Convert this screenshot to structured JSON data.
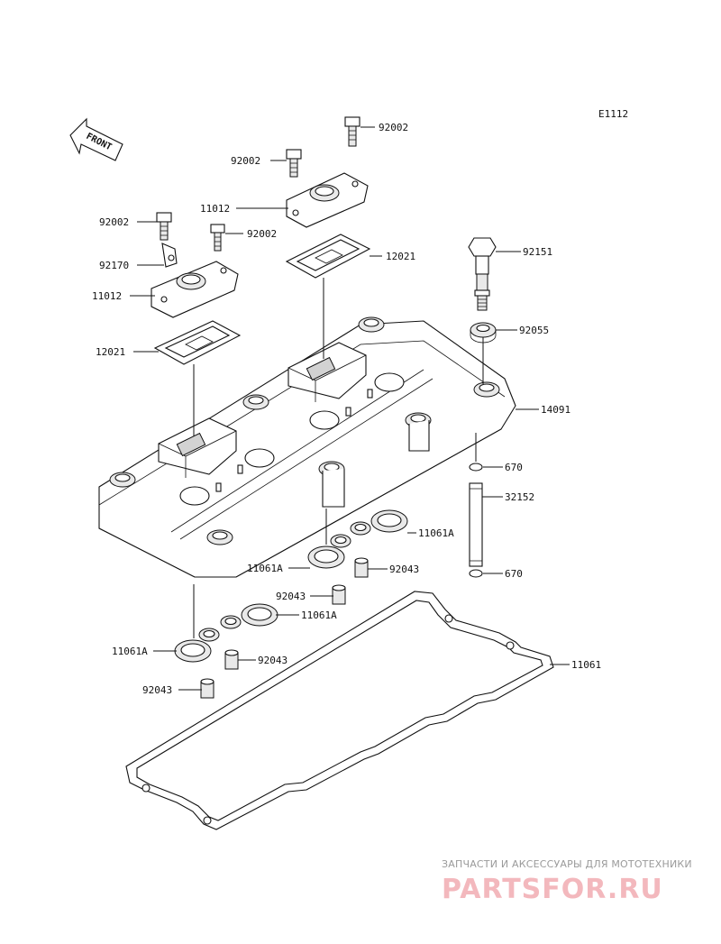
{
  "diagram": {
    "code": "E1112",
    "front_label": "FRONT",
    "callouts": [
      {
        "id": "c-92002-a",
        "text": "92002"
      },
      {
        "id": "c-92002-b",
        "text": "92002"
      },
      {
        "id": "c-11012-a",
        "text": "11012"
      },
      {
        "id": "c-92002-c",
        "text": "92002"
      },
      {
        "id": "c-92002-d",
        "text": "92002"
      },
      {
        "id": "c-12021-a",
        "text": "12021"
      },
      {
        "id": "c-92170",
        "text": "92170"
      },
      {
        "id": "c-11012-b",
        "text": "11012"
      },
      {
        "id": "c-92151",
        "text": "92151"
      },
      {
        "id": "c-92055",
        "text": "92055"
      },
      {
        "id": "c-12021-b",
        "text": "12021"
      },
      {
        "id": "c-14091",
        "text": "14091"
      },
      {
        "id": "c-670-a",
        "text": "670"
      },
      {
        "id": "c-32152",
        "text": "32152"
      },
      {
        "id": "c-11061A-a",
        "text": "11061A"
      },
      {
        "id": "c-11061A-b",
        "text": "11061A"
      },
      {
        "id": "c-92043-a",
        "text": "92043"
      },
      {
        "id": "c-670-b",
        "text": "670"
      },
      {
        "id": "c-92043-b",
        "text": "92043"
      },
      {
        "id": "c-11061A-c",
        "text": "11061A"
      },
      {
        "id": "c-11061A-d",
        "text": "11061A"
      },
      {
        "id": "c-92043-c",
        "text": "92043"
      },
      {
        "id": "c-11061",
        "text": "11061"
      },
      {
        "id": "c-92043-d",
        "text": "92043"
      }
    ]
  },
  "watermark": {
    "caption": "ЗАПЧАСТИ И АКСЕССУАРЫ ДЛЯ МОТОТЕХНИКИ",
    "logo": "PARTSFOR.RU"
  }
}
